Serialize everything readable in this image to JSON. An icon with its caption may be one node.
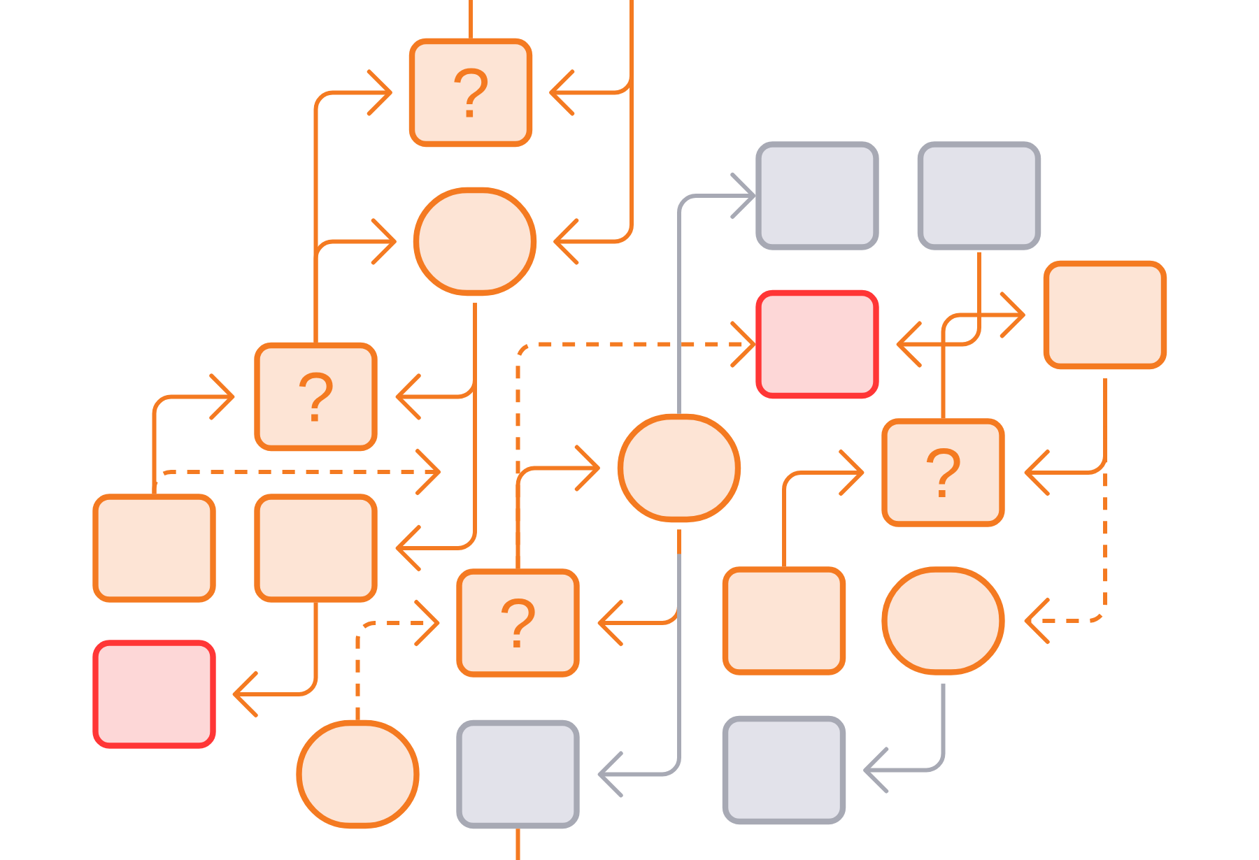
{
  "diagram": {
    "nodes": [
      {
        "text": [
          "?"
        ]
      },
      {
        "text": [],
        "shape": "box"
      },
      {
        "text": [],
        "shape": "box"
      },
      {
        "text": [],
        "shape": "circle"
      },
      {
        "text": [],
        "shape": "box"
      },
      {
        "text": [],
        "shape": "box"
      },
      {
        "text": [
          "?"
        ]
      },
      {
        "text": [],
        "shape": "circle"
      },
      {
        "text": [
          "?"
        ]
      },
      {
        "text": [],
        "shape": "box"
      },
      {
        "text": [],
        "shape": "box"
      },
      {
        "text": [
          "?"
        ]
      },
      {
        "text": [],
        "shape": "box"
      },
      {
        "text": [],
        "shape": "circle"
      },
      {
        "text": [],
        "shape": "box"
      },
      {
        "text": [],
        "shape": "circle"
      },
      {
        "text": [],
        "shape": "box"
      },
      {
        "text": [],
        "shape": "box"
      }
    ],
    "edges": [
      {
        "from": null,
        "to": 0,
        "arrow": "none"
      },
      {
        "from": null,
        "to": 0,
        "arrow": "to"
      },
      {
        "from": null,
        "to": 3,
        "arrow": "to"
      },
      {
        "from": 6,
        "to": 0,
        "arrow": "to"
      },
      {
        "from": 6,
        "to": 3,
        "arrow": "to"
      },
      {
        "from": 3,
        "to": 6,
        "arrow": "to"
      },
      {
        "from": 3,
        "to": 10,
        "arrow": "to"
      },
      {
        "from": 9,
        "to": 6,
        "arrow": "to"
      },
      {
        "from": 9,
        "to": null,
        "arrow": "to",
        "style": "dashed"
      },
      {
        "from": 7,
        "to": 1,
        "arrow": "to",
        "color": "#a7a9b4"
      },
      {
        "from": 11,
        "to": 5,
        "arrow": "to",
        "style": "dashed"
      },
      {
        "from": 11,
        "to": 7,
        "arrow": "to"
      },
      {
        "from": 7,
        "to": 11,
        "arrow": "to"
      },
      {
        "from": 7,
        "to": 16,
        "arrow": "to",
        "color": "#a7a9b4"
      },
      {
        "from": 10,
        "to": 14,
        "arrow": "to"
      },
      {
        "from": 15,
        "to": 11,
        "arrow": "to",
        "style": "dashed"
      },
      {
        "from": 16,
        "to": null,
        "arrow": "none"
      },
      {
        "from": 12,
        "to": 8,
        "arrow": "to"
      },
      {
        "from": 4,
        "to": 8,
        "arrow": "to"
      },
      {
        "from": 4,
        "to": 13,
        "arrow": "to",
        "style": "dashed"
      },
      {
        "from": 8,
        "to": 4,
        "arrow": "to"
      },
      {
        "from": 2,
        "to": 5,
        "arrow": "to"
      },
      {
        "from": 13,
        "to": 17,
        "arrow": "to",
        "color": "#a7a9b4"
      }
    ]
  }
}
